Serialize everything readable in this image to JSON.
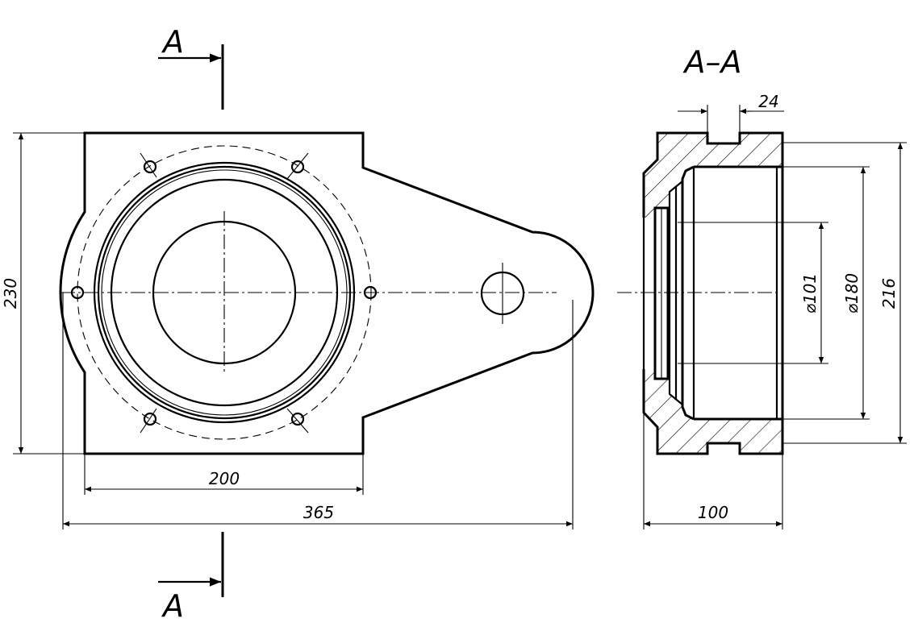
{
  "section": {
    "marker_top": "A",
    "marker_bottom": "A",
    "title": "A–A"
  },
  "dimensions": {
    "height_230": "230",
    "width_200": "200",
    "length_365": "365",
    "slot_24": "24",
    "dia_101": "⌀101",
    "dia_180": "⌀180",
    "height_216": "216",
    "depth_100": "100"
  }
}
